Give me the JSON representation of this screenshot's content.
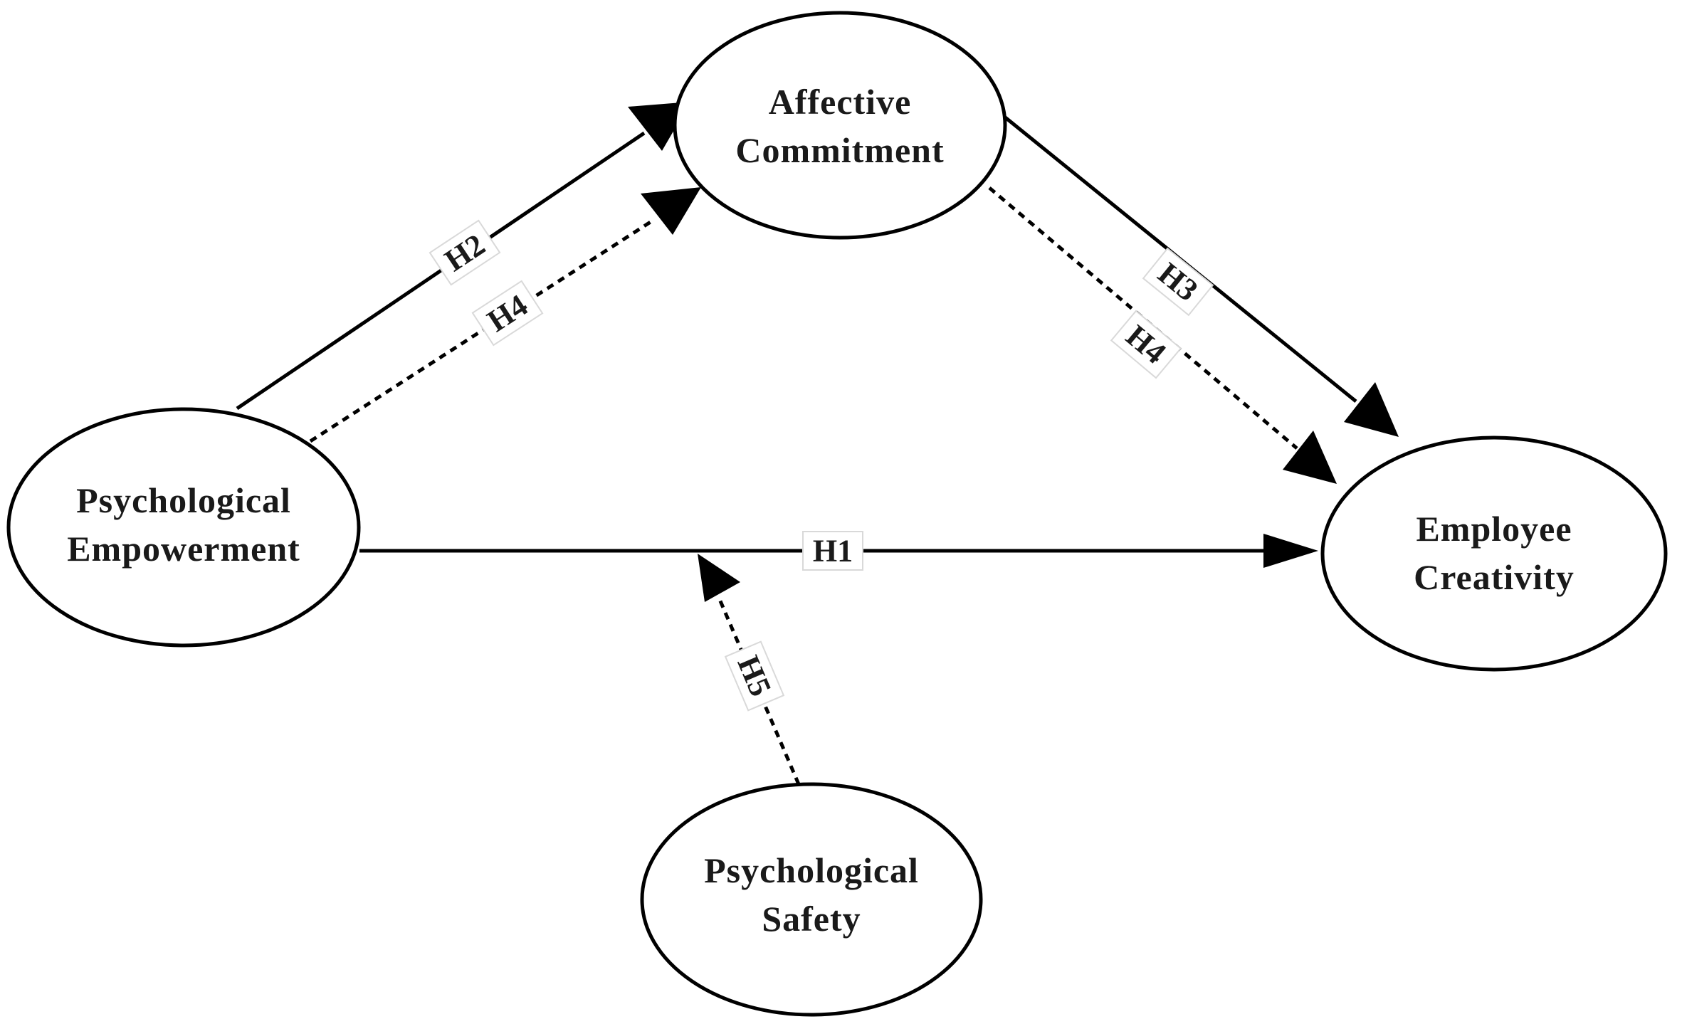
{
  "nodes": {
    "affective_commitment": {
      "lines": [
        "Affective",
        "Commitment"
      ]
    },
    "psychological_empowerment": {
      "lines": [
        "Psychological",
        "Empowerment"
      ]
    },
    "employee_creativity": {
      "lines": [
        "Employee",
        "Creativity"
      ]
    },
    "psychological_safety": {
      "lines": [
        "Psychological",
        "Safety"
      ]
    }
  },
  "edges": {
    "h1": {
      "label": "H1",
      "from": "Psychological Empowerment",
      "to": "Employee Creativity",
      "style": "solid"
    },
    "h2": {
      "label": "H2",
      "from": "Psychological Empowerment",
      "to": "Affective Commitment",
      "style": "solid"
    },
    "h3": {
      "label": "H3",
      "from": "Affective Commitment",
      "to": "Employee Creativity",
      "style": "solid"
    },
    "h4_a": {
      "label": "H4",
      "from": "Psychological Empowerment",
      "to": "Affective Commitment",
      "style": "dashed"
    },
    "h4_b": {
      "label": "H4",
      "from": "Affective Commitment",
      "to": "Employee Creativity",
      "style": "dashed"
    },
    "h5": {
      "label": "H5",
      "from": "Psychological Safety",
      "to": "H1",
      "style": "dashed"
    }
  },
  "colors": {
    "stroke": "#000000",
    "text": "#1a1a1a",
    "background": "#ffffff"
  }
}
